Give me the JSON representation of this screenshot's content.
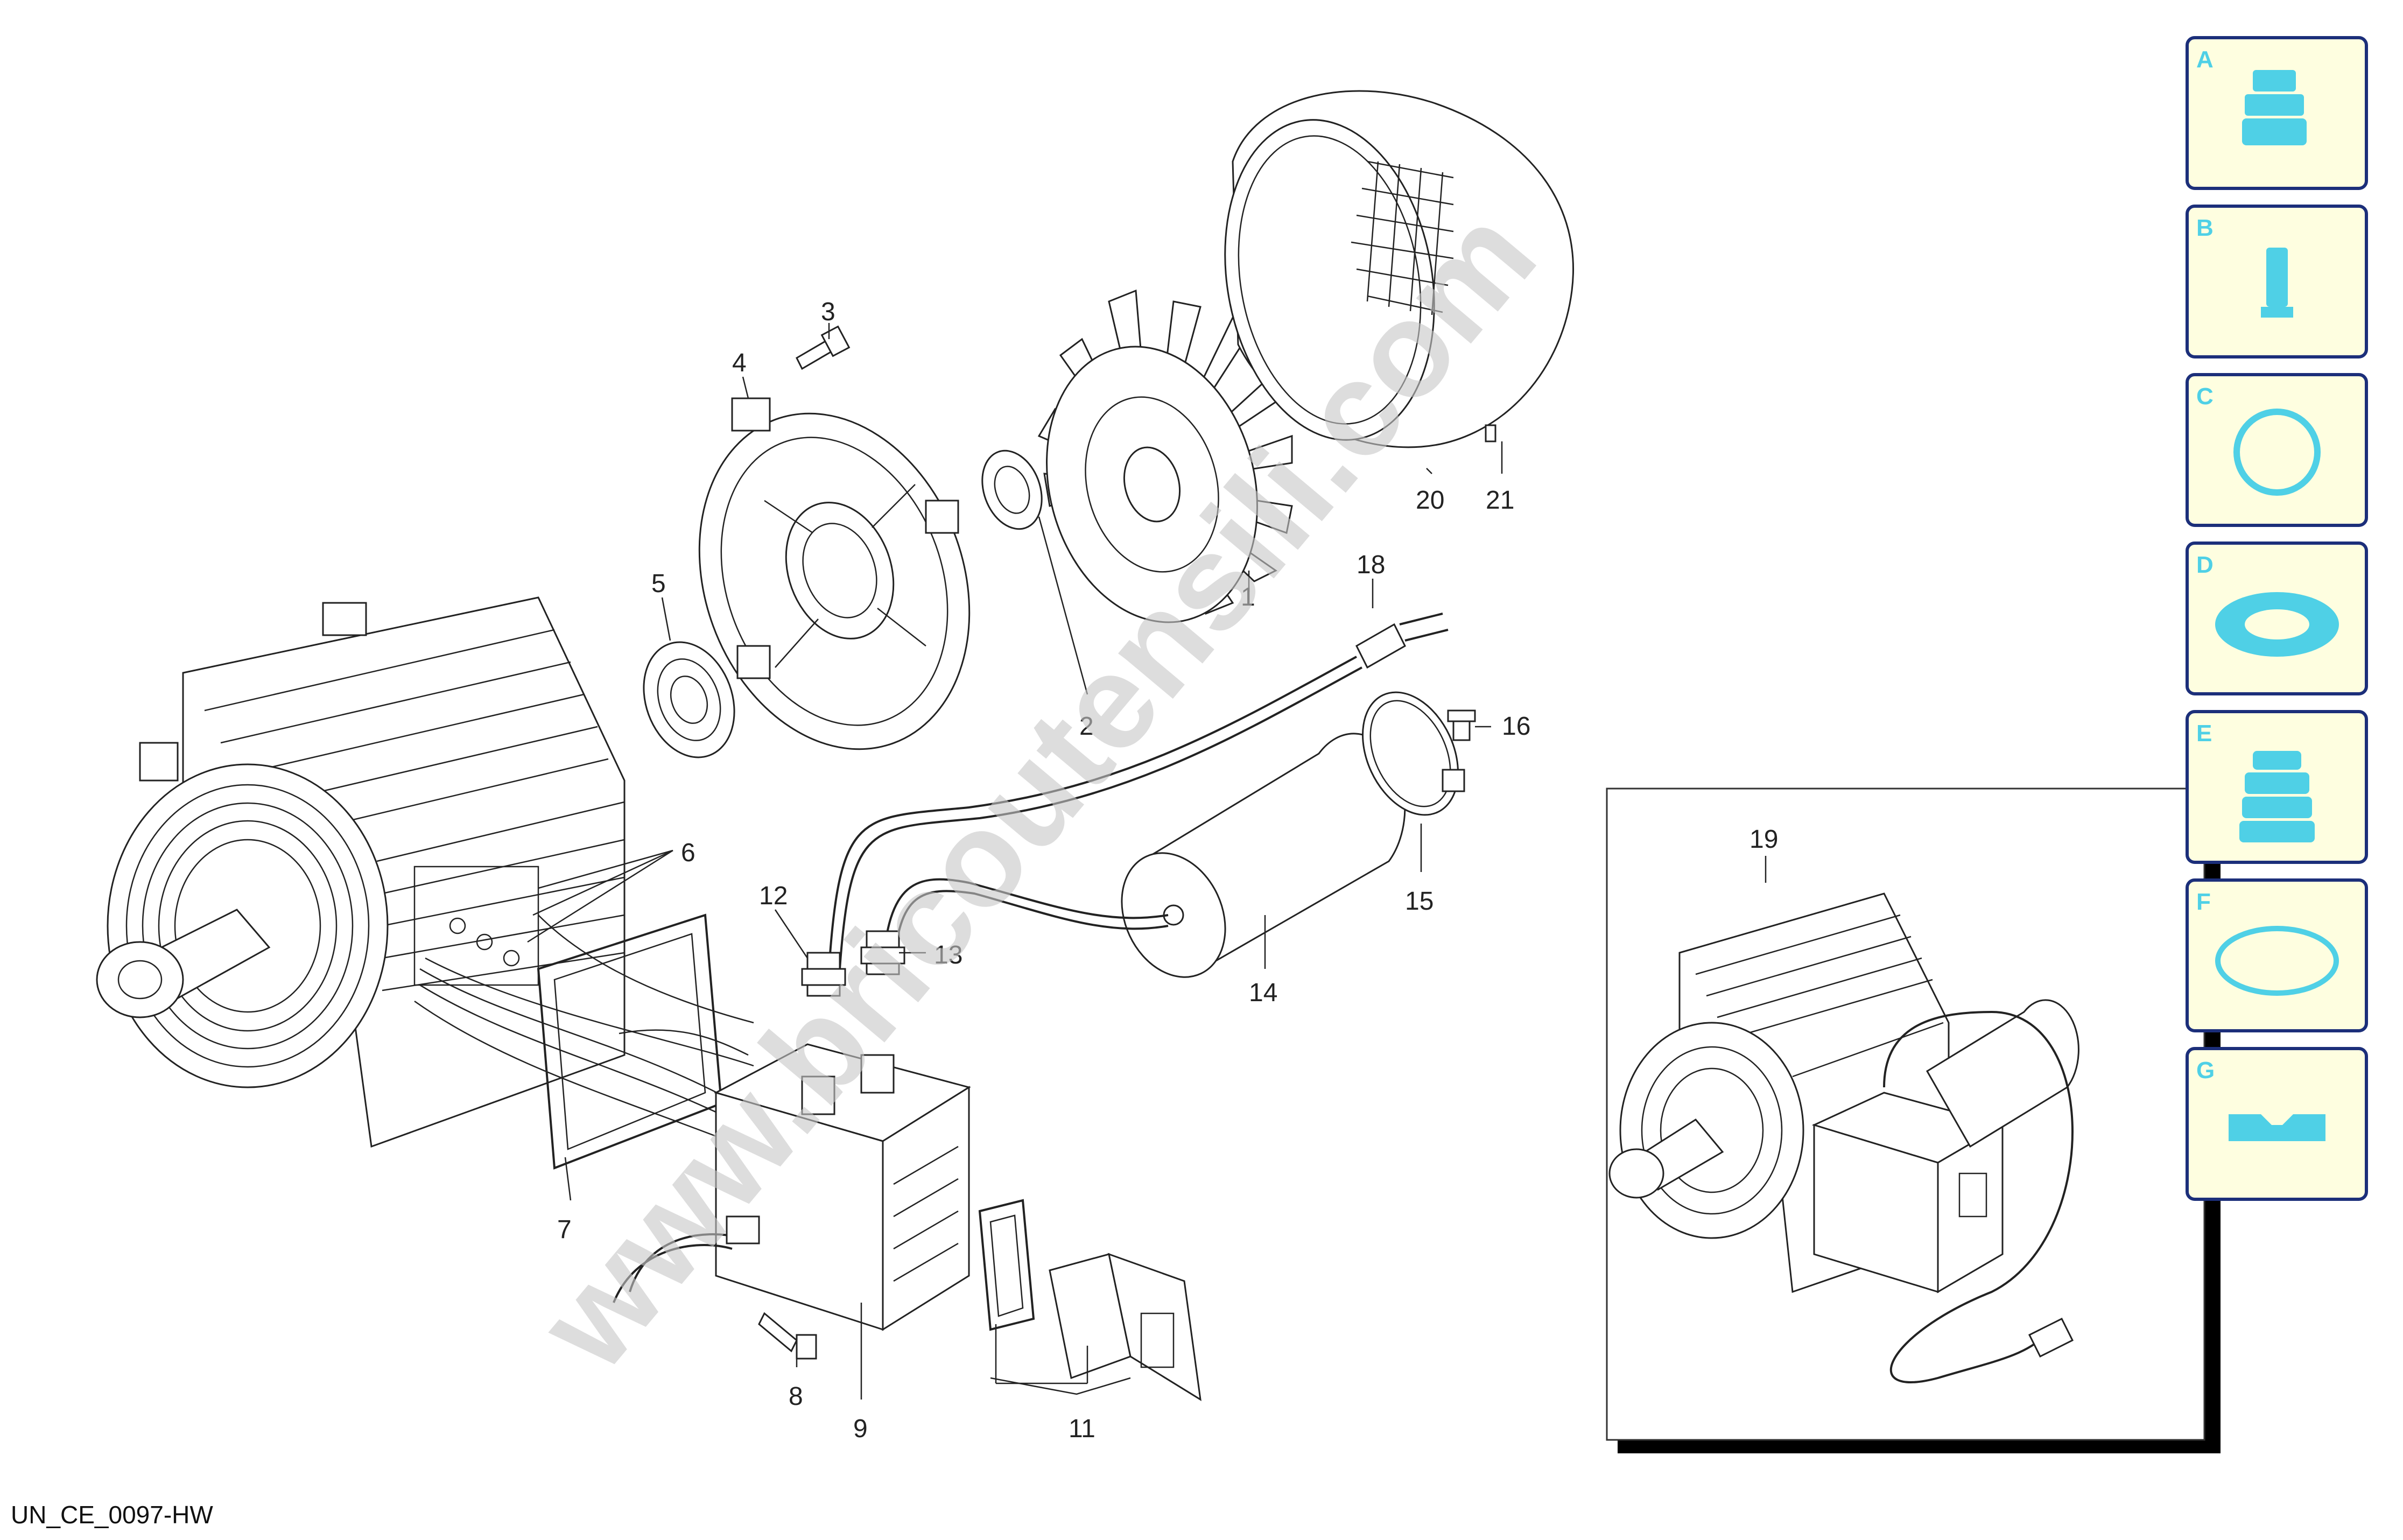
{
  "diagram": {
    "caption": "UN_CE_0097-HW",
    "watermark": "www.bricoutensili.com",
    "part_numbers": [
      "1",
      "2",
      "3",
      "4",
      "5",
      "6",
      "7",
      "8",
      "9",
      "11",
      "12",
      "13",
      "14",
      "15",
      "16",
      "18",
      "19",
      "20",
      "21"
    ],
    "tabs": [
      "A",
      "B",
      "C",
      "D",
      "E",
      "F",
      "G"
    ],
    "colors": {
      "tab_fill": "#fefee0",
      "tab_border": "#1c2f7a",
      "tab_icon": "#4fd0e6",
      "line": "#222222",
      "watermark": "#c8c8c8"
    }
  }
}
